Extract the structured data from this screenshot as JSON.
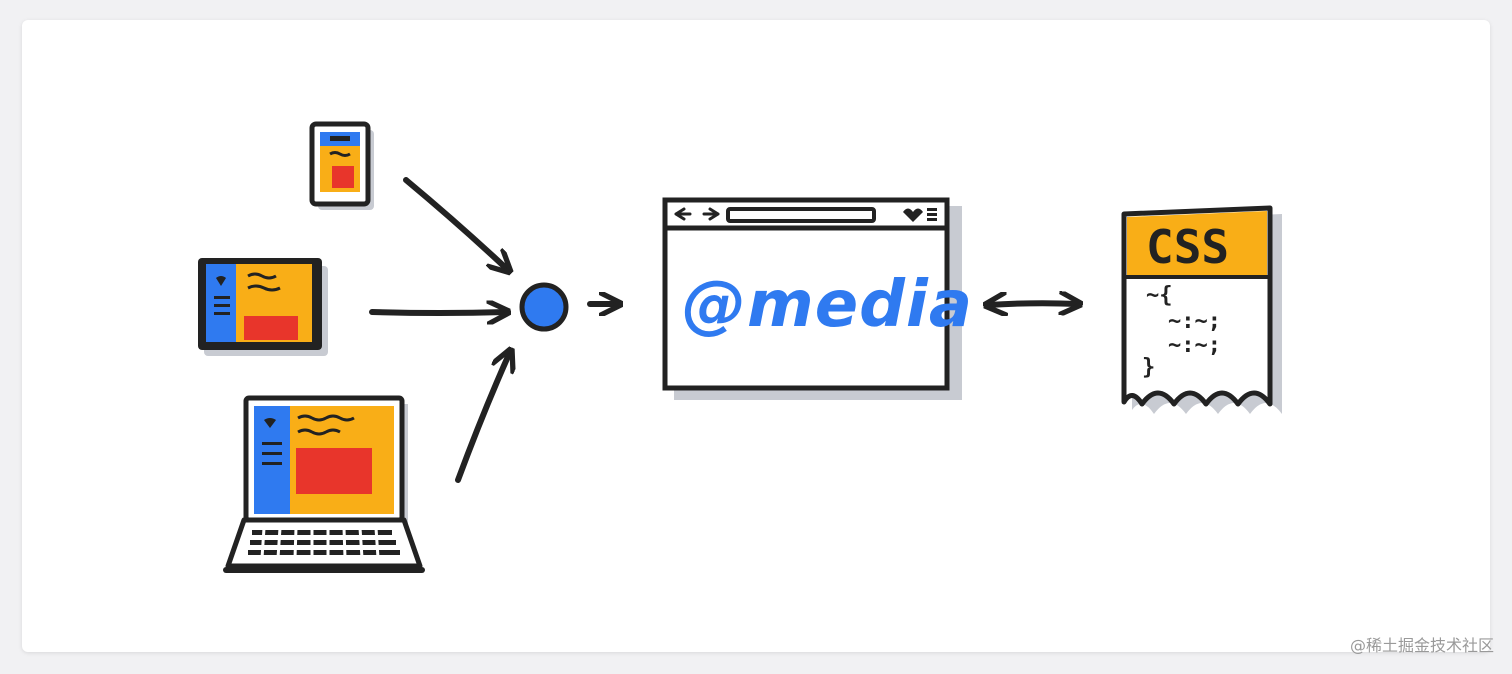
{
  "diagram": {
    "browser_label": "@media",
    "stylesheet_label": "CSS",
    "code_lines": [
      "~{",
      "~:~;",
      "~:~;",
      "}"
    ]
  },
  "watermark": "@稀土掘金技术社区",
  "colors": {
    "blue": "#2f7af0",
    "orange": "#f9ae17",
    "red": "#e8352b",
    "ink": "#222222",
    "shadow": "#c8cbd2"
  },
  "icons": [
    "phone-icon",
    "tablet-icon",
    "laptop-icon",
    "media-query-node-icon",
    "browser-window-icon",
    "css-file-icon"
  ]
}
